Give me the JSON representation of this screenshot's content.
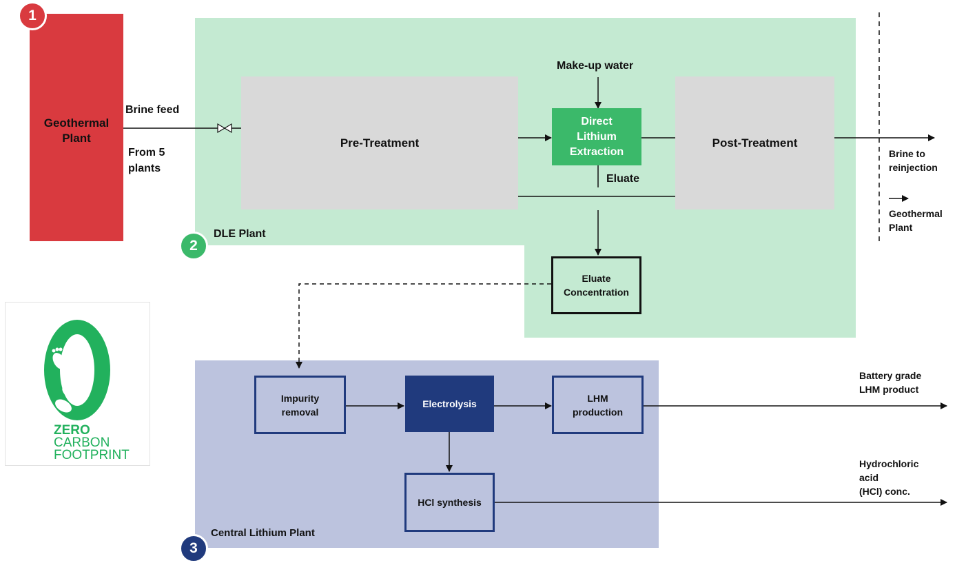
{
  "colors": {
    "geothermal_red": "#d93a3f",
    "dle_green_bg": "#c4ead2",
    "dle_box_green": "#3bb96a",
    "process_grey": "#d9d9d9",
    "central_blue_bg": "#bcc3de",
    "navy": "#203a7d",
    "logo_green": "#22b15d"
  },
  "badges": {
    "one": "1",
    "two": "2",
    "three": "3"
  },
  "geothermal_plant": {
    "label": "Geothermal\nPlant"
  },
  "inputs": {
    "brine_feed": "Brine feed",
    "from_plants": "From 5\nplants",
    "makeup_water": "Make-up water"
  },
  "dle_plant": {
    "label": "DLE  Plant",
    "pre_treatment": "Pre-Treatment",
    "dle": "Direct\nLithium\nExtraction",
    "post_treatment": "Post-Treatment",
    "eluate": "Eluate",
    "eluate_concentration": "Eluate\nConcentration"
  },
  "outputs": {
    "brine_reinjection": "Brine to\nreinjection",
    "geothermal_plant": "Geothermal\nPlant",
    "battery_grade": "Battery grade\nLHM product",
    "hydrochloric": "Hydrochloric\nacid\n(HCl) conc."
  },
  "central_plant": {
    "label": "Central Lithium Plant",
    "impurity_removal": "Impurity\nremoval",
    "electrolysis": "Electrolysis",
    "lhm_production": "LHM\nproduction",
    "hcl_synthesis": "HCl synthesis"
  },
  "logo": {
    "line1": "ZERO",
    "line2": "CARBON",
    "line3": "FOOTPRINT",
    "icon": "footprint-zero-icon"
  }
}
